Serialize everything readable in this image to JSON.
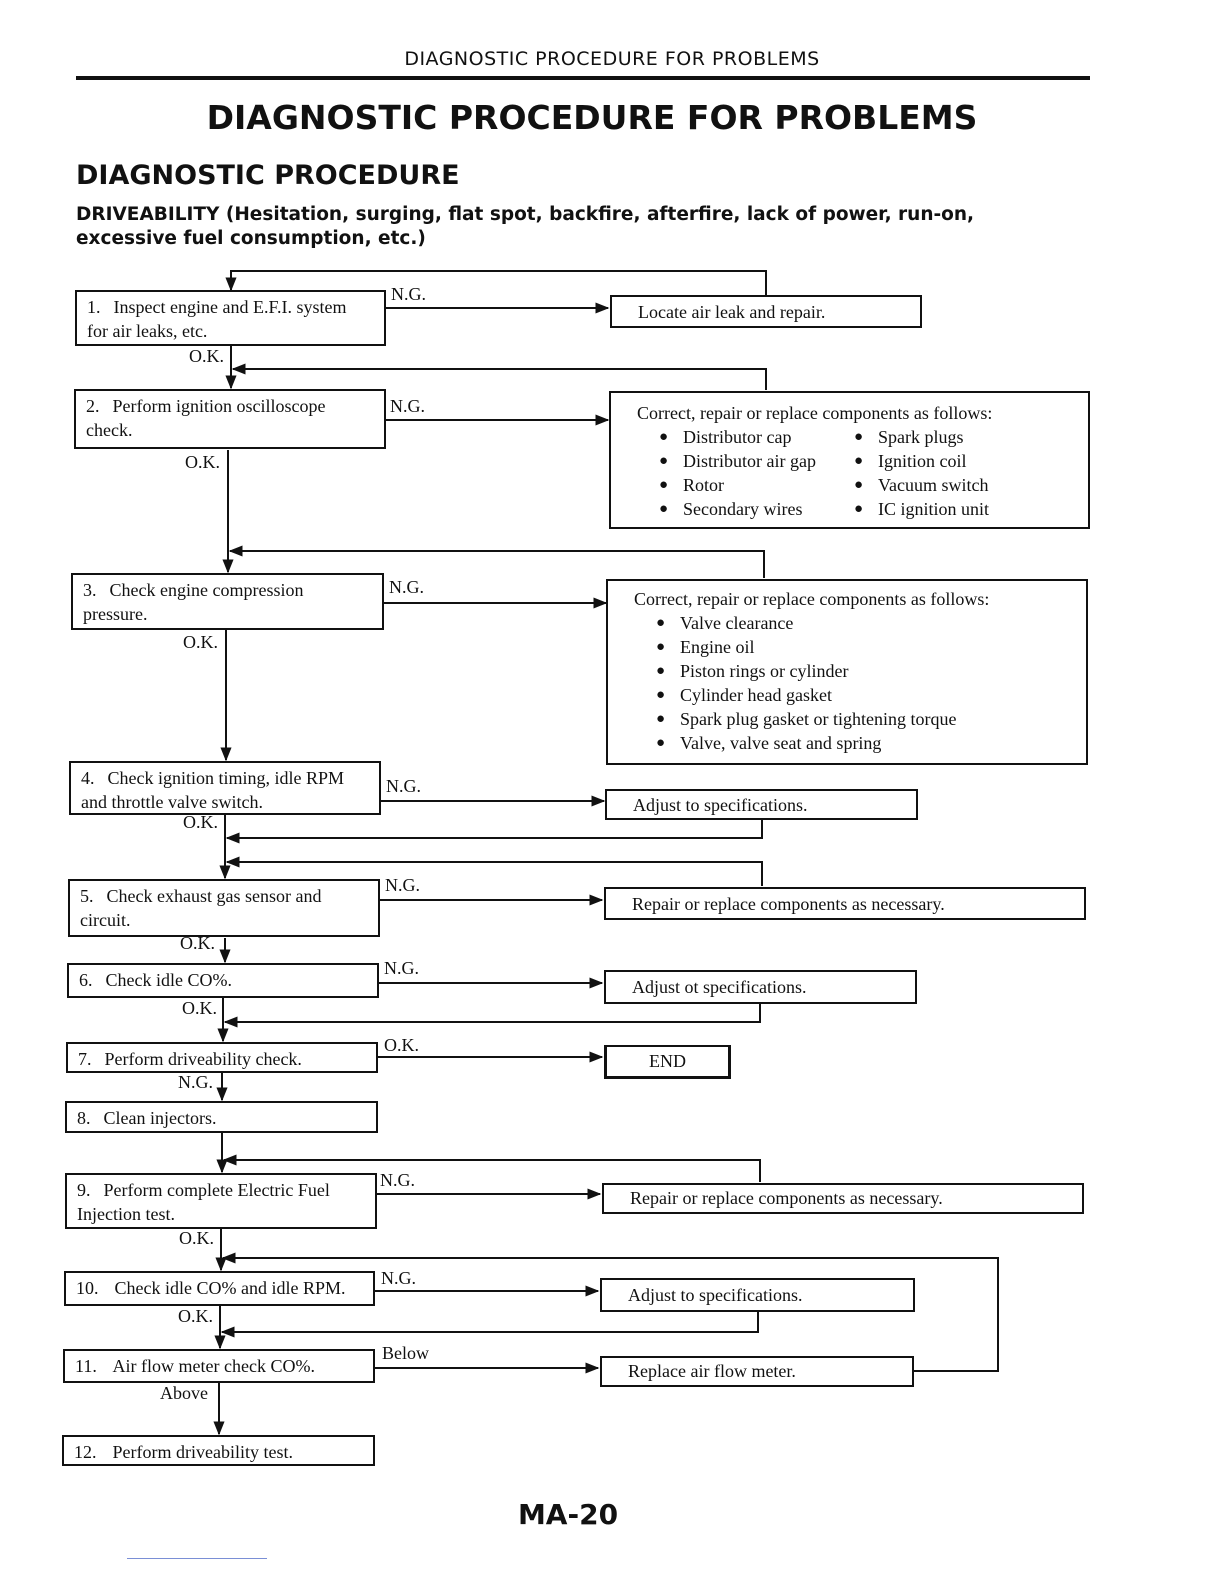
{
  "header": {
    "running_title": "DIAGNOSTIC PROCEDURE FOR PROBLEMS"
  },
  "title": "DIAGNOSTIC PROCEDURE FOR PROBLEMS",
  "subtitle": "DIAGNOSTIC PROCEDURE",
  "intro": "DRIVEABILITY (Hesitation, surging, flat spot, backfire, afterfire, lack of power, run-on, excessive fuel consumption, etc.)",
  "steps": [
    {
      "num": "1.",
      "text": "Inspect engine and E.F.I. system\nfor air leaks, etc."
    },
    {
      "num": "2.",
      "text": "Perform ignition oscilloscope\ncheck."
    },
    {
      "num": "3.",
      "text": "Check engine compression\npressure."
    },
    {
      "num": "4.",
      "text": "Check ignition timing, idle RPM\nand throttle valve switch."
    },
    {
      "num": "5.",
      "text": "Check exhaust gas sensor and\ncircuit."
    },
    {
      "num": "6.",
      "text": "Check idle CO%."
    },
    {
      "num": "7.",
      "text": "Perform driveability check."
    },
    {
      "num": "8.",
      "text": "Clean injectors."
    },
    {
      "num": "9.",
      "text": "Perform complete Electric Fuel\nInjection test."
    },
    {
      "num": "10.",
      "text": "Check idle CO% and idle RPM."
    },
    {
      "num": "11.",
      "text": "Air flow meter check CO%."
    },
    {
      "num": "12.",
      "text": "Perform driveability test."
    }
  ],
  "actions": {
    "a1": "Locate air leak and repair.",
    "a2_head": "Correct, repair or replace components as follows:",
    "a2_items": [
      "Distributor cap",
      "Spark plugs",
      "Distributor air gap",
      "Ignition coil",
      "Rotor",
      "Vacuum switch",
      "Secondary wires",
      "IC ignition unit"
    ],
    "a3_head": "Correct, repair or replace components as follows:",
    "a3_items": [
      "Valve clearance",
      "Engine oil",
      "Piston rings or cylinder",
      "Cylinder head gasket",
      "Spark plug gasket or tightening torque",
      "Valve, valve seat and spring"
    ],
    "a4": "Adjust to specifications.",
    "a5": "Repair or replace components as necessary.",
    "a6": "Adjust ot specifications.",
    "a7": "END",
    "a9": "Repair or replace components as necessary.",
    "a10": "Adjust to specifications.",
    "a11": "Replace air flow meter."
  },
  "labels": {
    "ng": "N.G.",
    "ok": "O.K.",
    "below": "Below",
    "above": "Above"
  },
  "footer": {
    "page_number": "MA-20"
  }
}
